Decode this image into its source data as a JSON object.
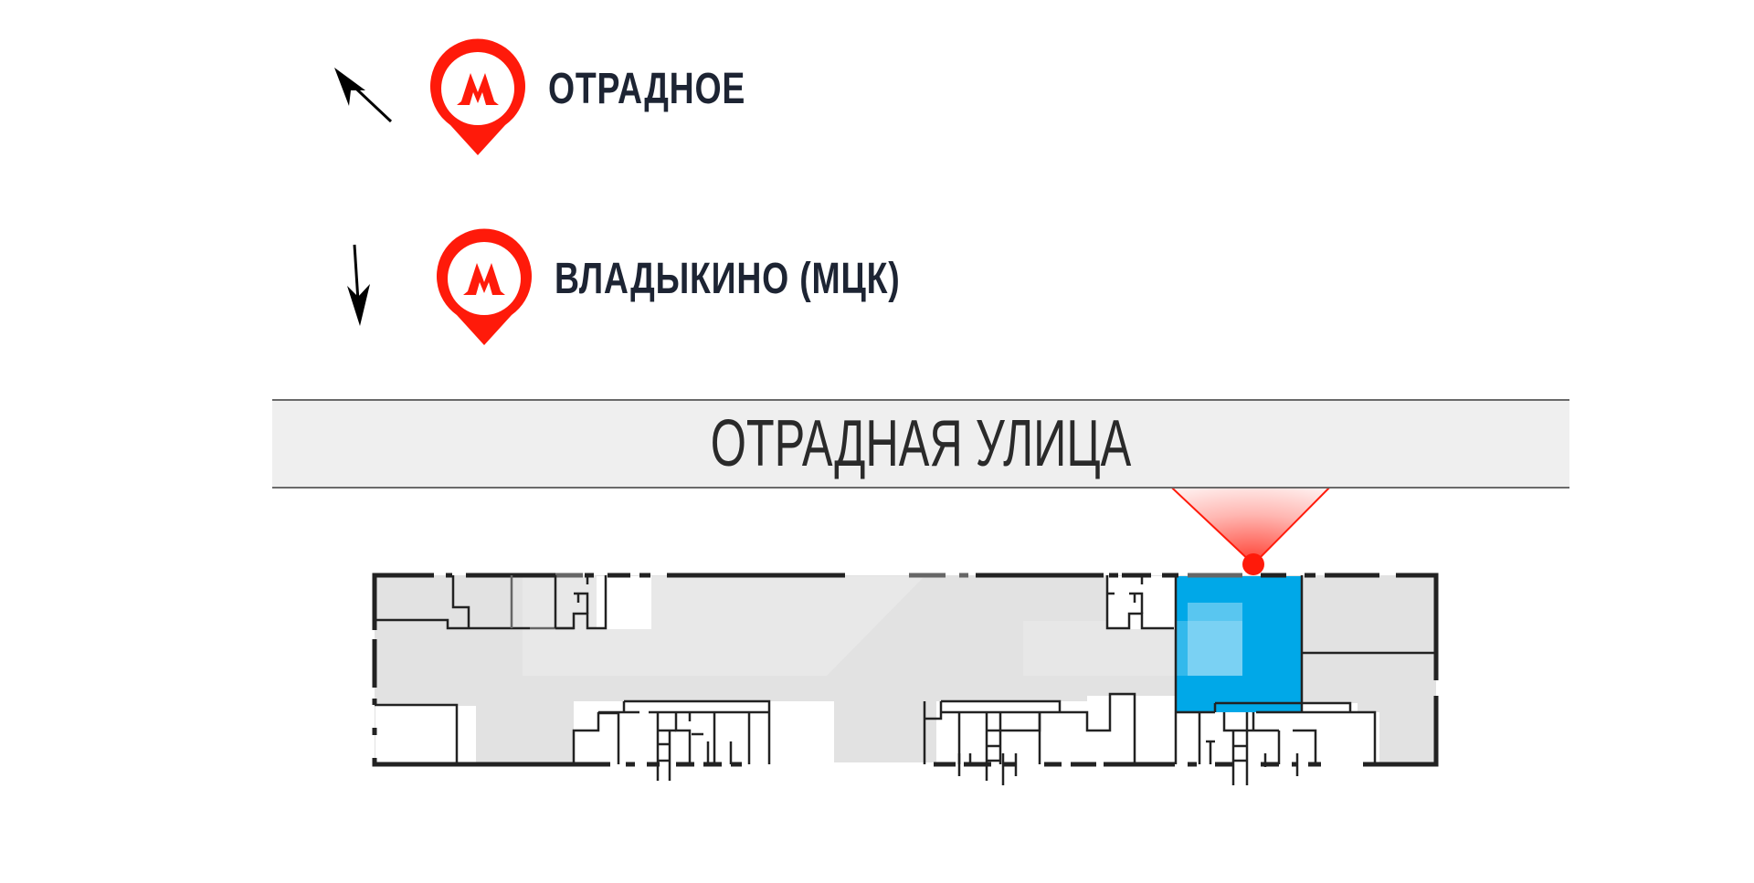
{
  "stations": [
    {
      "name": "ОТРАДНОЕ",
      "icon": "metro-pin-icon",
      "direction": "up-left"
    },
    {
      "name": "ВЛАДЫКИНО (МЦК)",
      "icon": "metro-pin-icon",
      "direction": "down"
    }
  ],
  "metro_glyph": "М",
  "road": {
    "name": "ОТРАДНАЯ УЛИЦА"
  },
  "floor_plan": {
    "highlighted_unit_color": "#00a8e8",
    "room_fill": "#e2e2e2",
    "wall_color": "#222222",
    "view_point_color": "#ff1a0a"
  },
  "colors": {
    "metro_red": "#ff1a0a",
    "label_dark": "#1d2433"
  }
}
